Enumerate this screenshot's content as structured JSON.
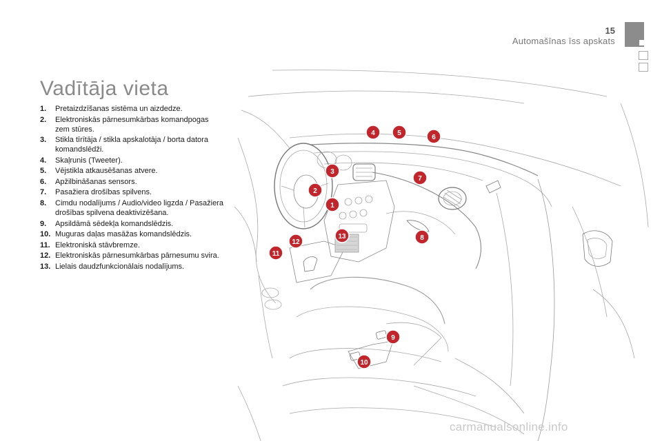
{
  "header": {
    "page_number": "15",
    "chapter_title": "Automašīnas īss apskats"
  },
  "title": "Vadītāja vieta",
  "legend": [
    {
      "num": "1.",
      "text": "Pretaizdzīšanas sistēma un aizdedze."
    },
    {
      "num": "2.",
      "text": "Elektroniskās pārnesumkārbas komandpogas zem stūres."
    },
    {
      "num": "3.",
      "text": "Stikla tīrītāja / stikla apskalotāja / borta datora komandslēdži."
    },
    {
      "num": "4.",
      "text": "Skaļrunis (Tweeter)."
    },
    {
      "num": "5.",
      "text": "Vējstikla atkausēšanas atvere."
    },
    {
      "num": "6.",
      "text": "Apžilbināšanas sensors."
    },
    {
      "num": "7.",
      "text": "Pasažiera drošības spilvens."
    },
    {
      "num": "8.",
      "text": "Cimdu nodalījums / Audio/video ligzda / Pasažiera drošības spilvena deaktivizēšana."
    },
    {
      "num": "9.",
      "text": "Apsildāmā sēdekļa komandslēdzis."
    },
    {
      "num": "10.",
      "text": "Muguras daļas masāžas komandslēdzis."
    },
    {
      "num": "11.",
      "text": "Elektroniskā stāvbremze."
    },
    {
      "num": "12.",
      "text": "Elektroniskās pārnesumkārbas pārnesumu svira."
    },
    {
      "num": "13.",
      "text": "Lielais daudzfunkcionālais nodalījums."
    }
  ],
  "callouts": [
    "1",
    "2",
    "3",
    "4",
    "5",
    "6",
    "7",
    "8",
    "9",
    "10",
    "11",
    "12",
    "13"
  ],
  "colors": {
    "callout_fill": "#c0262c",
    "line_art": "#9a9a9a",
    "title": "#8a8a8a"
  },
  "watermark": "carmanualsonline.info"
}
